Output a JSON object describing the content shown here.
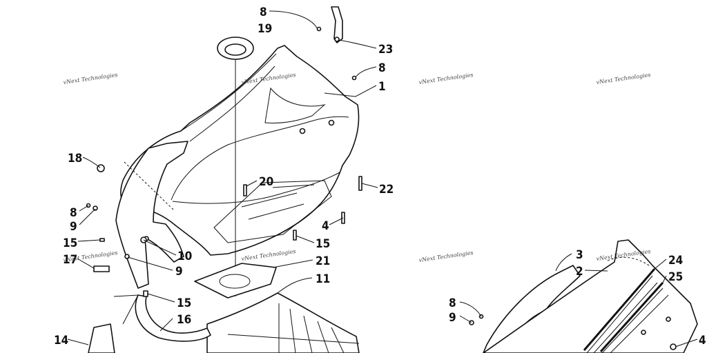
{
  "callouts": {
    "c8a": "8",
    "c19": "19",
    "c23": "23",
    "c8b": "8",
    "c1": "1",
    "c18": "18",
    "c20": "20",
    "c22": "22",
    "c8c": "8",
    "c9a": "9",
    "c4a": "4",
    "c15a": "15",
    "c15b": "15",
    "c10": "10",
    "c17": "17",
    "c9b": "9",
    "c21": "21",
    "c11": "11",
    "c15c": "15",
    "c16": "16",
    "c14": "14",
    "c3": "3",
    "c2": "2",
    "c24": "24",
    "c25": "25",
    "c8d": "8",
    "c9c": "9",
    "c4b": "4"
  },
  "watermarks": {
    "wm1": "vNext Technologies",
    "wm2": "vNext Technologies",
    "wm3": "vNext Technologies",
    "wm4": "vNext Technologies",
    "wm5": "vNext Technologies",
    "wm6": "vNext Technologies",
    "wm7": "vNext Technologies",
    "wm8": "vNext Technologies"
  }
}
